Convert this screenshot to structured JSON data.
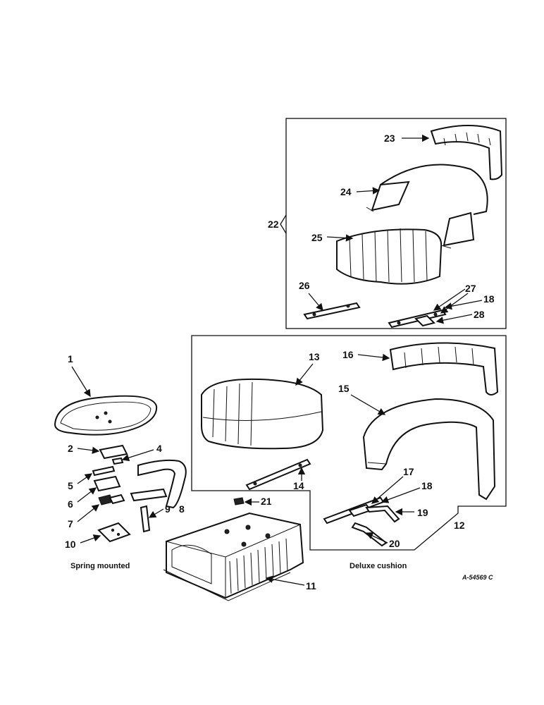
{
  "callouts": {
    "n1": "1",
    "n2": "2",
    "n4": "4",
    "n5": "5",
    "n6": "6",
    "n7": "7",
    "n8": "8",
    "n9": "9",
    "n10": "10",
    "n11": "11",
    "n12": "12",
    "n13": "13",
    "n14": "14",
    "n15": "15",
    "n16": "16",
    "n17": "17",
    "n18a": "18",
    "n18b": "18",
    "n19": "19",
    "n20": "20",
    "n21": "21",
    "n22": "22",
    "n23": "23",
    "n24": "24",
    "n25": "25",
    "n26": "26",
    "n27": "27",
    "n28": "28"
  },
  "captions": {
    "spring": "Spring mounted",
    "deluxe": "Deluxe cushion"
  },
  "reference": "A-54569 C"
}
